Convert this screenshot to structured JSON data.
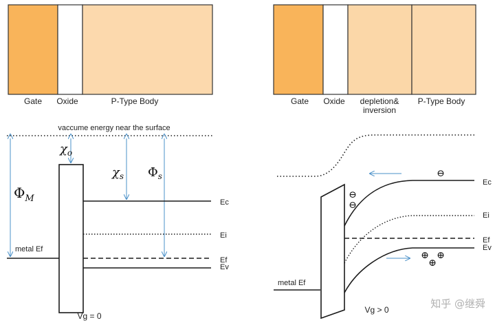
{
  "left": {
    "regions": {
      "gate": "Gate",
      "oxide": "Oxide",
      "body": "P-Type Body"
    },
    "vacuum_label": "vaccume energy near the surface",
    "symbols": {
      "phi_m": "Φ",
      "phi_m_sub": "M",
      "chi_o": "χ",
      "chi_o_sub": "o",
      "chi_s": "χ",
      "chi_s_sub": "s",
      "phi_s": "Φ",
      "phi_s_sub": "s"
    },
    "bands": {
      "ec": "Ec",
      "ei": "Ei",
      "ef": "Ef",
      "ev": "Ev"
    },
    "metal_ef": "metal Ef",
    "bias": "Vg = 0"
  },
  "right": {
    "regions": {
      "gate": "Gate",
      "oxide": "Oxide",
      "depletion_line1": "depletion&",
      "depletion_line2": "inversion",
      "body": "P-Type Body"
    },
    "bands": {
      "ec": "Ec",
      "ei": "Ei",
      "ef": "Ef",
      "ev": "Ev"
    },
    "metal_ef": "metal Ef",
    "bias": "Vg > 0",
    "electron_symbol": "⊖",
    "hole_symbol": "⊕"
  },
  "watermark": "知乎 @继舜",
  "colors": {
    "gate": "#f9b45a",
    "oxide": "#ffffff",
    "depletion": "#fbd7a8",
    "body": "#fcd9ad",
    "arrow": "#4a90c8",
    "line": "#1a1a1a"
  }
}
